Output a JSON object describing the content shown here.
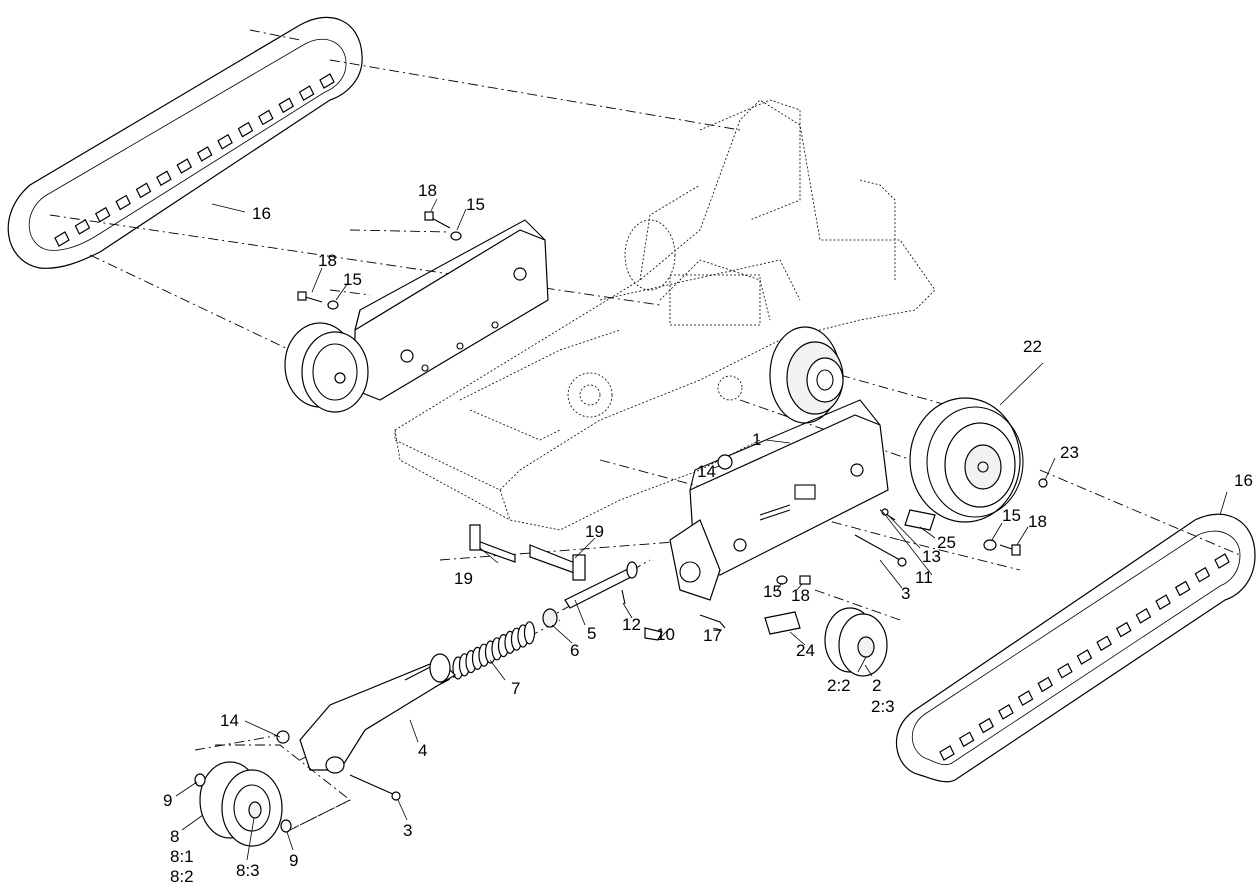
{
  "diagram": {
    "callouts": {
      "c1": "1",
      "c2": "2",
      "c2_2": "2:2",
      "c2_3": "2:3",
      "c3a": "3",
      "c3b": "3",
      "c4": "4",
      "c5": "5",
      "c6": "6",
      "c7": "7",
      "c8": "8",
      "c8_1": "8:1",
      "c8_2": "8:2",
      "c8_3": "8:3",
      "c9a": "9",
      "c9b": "9",
      "c10": "10",
      "c11": "11",
      "c12": "12",
      "c13": "13",
      "c14a": "14",
      "c14b": "14",
      "c15a": "15",
      "c15b": "15",
      "c15c": "15",
      "c15d": "15",
      "c16a": "16",
      "c16b": "16",
      "c17": "17",
      "c18a": "18",
      "c18b": "18",
      "c18c": "18",
      "c18d": "18",
      "c19a": "19",
      "c19b": "19",
      "c22": "22",
      "c23": "23",
      "c24": "24",
      "c25": "25"
    }
  }
}
